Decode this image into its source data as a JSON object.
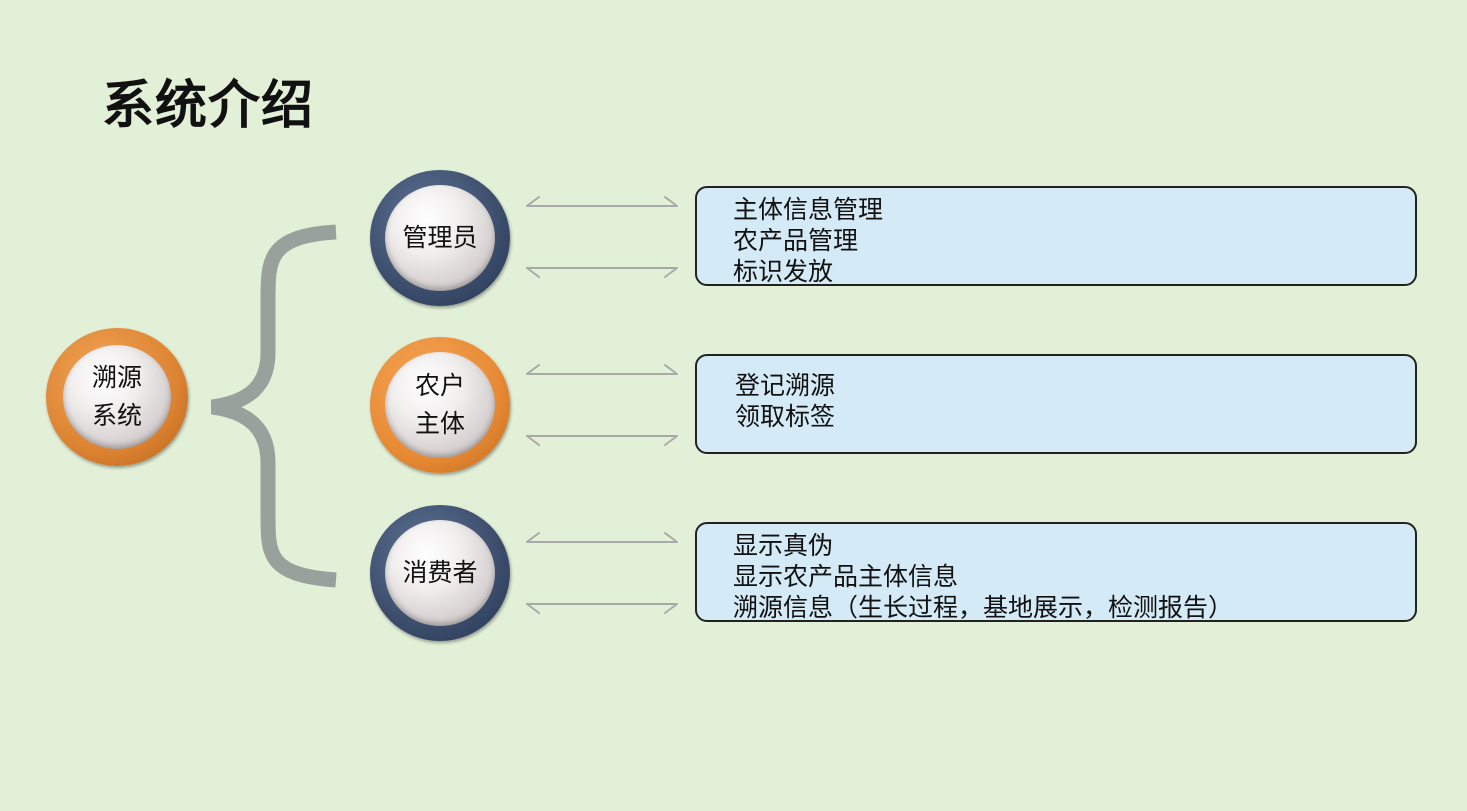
{
  "title": "系统介绍",
  "root": {
    "line1": "溯源",
    "line2": "系统"
  },
  "roles": [
    {
      "line1": "管理员",
      "line2": "",
      "items": [
        "主体信息管理",
        "农产品管理",
        "标识发放"
      ]
    },
    {
      "line1": "农户",
      "line2": "主体",
      "items": [
        "登记溯源",
        "领取标签"
      ]
    },
    {
      "line1": "消费者",
      "line2": "",
      "items": [
        "显示真伪",
        "显示农产品主体信息",
        "溯源信息（生长过程，基地展示，检测报告）"
      ]
    }
  ],
  "colors": {
    "background": "#e3f0d8",
    "box_fill": "#d4eaf6",
    "brace": "#99a19c",
    "ring_blue": "#3c4d6c",
    "ring_orange": "#e88a34",
    "arrow": "#a8aaa8"
  }
}
